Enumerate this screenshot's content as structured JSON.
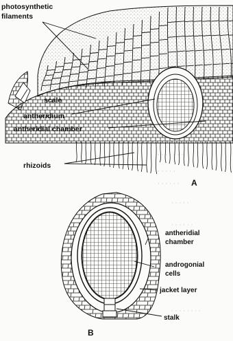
{
  "figure_a": {
    "label": "A",
    "labels": {
      "photosynthetic": "photosynthetic",
      "filaments": "filaments",
      "scale": "scale",
      "antheridium": "antheridium",
      "antheridial_chamber": "antheridial chamber",
      "rhizoids": "rhizoids"
    }
  },
  "figure_b": {
    "label": "B",
    "labels": {
      "antheridial": "antheridial",
      "chamber": "chamber",
      "androgonial": "androgonial",
      "cells": "cells",
      "jacket_layer": "jacket layer",
      "stalk": "stalk"
    }
  },
  "colors": {
    "ink": "#111111",
    "stipple": "#555555",
    "paper": "#fbfbf9"
  }
}
